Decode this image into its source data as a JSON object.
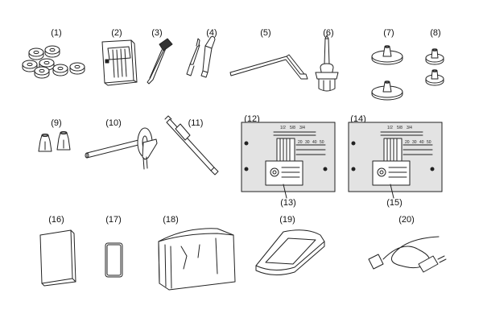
{
  "labels": {
    "l1": "(1)",
    "l2": "(2)",
    "l3": "(3)",
    "l4": "(4)",
    "l5": "(5)",
    "l6": "(6)",
    "l7": "(7)",
    "l8": "(8)",
    "l9": "(9)",
    "l10": "(10)",
    "l11": "(11)",
    "l12": "(12)",
    "l13": "(13)",
    "l14": "(14)",
    "l15": "(15)",
    "l16": "(16)",
    "l17": "(17)",
    "l18": "(18)",
    "l19": "(19)",
    "l20": "(20)"
  },
  "plate_scale_left": [
    "1/2",
    "5/8",
    "3/4"
  ],
  "plate_scale_right": [
    "1/2",
    "5/8",
    "3/4"
  ],
  "plate_numbers": [
    "20",
    "30",
    "40",
    "50"
  ]
}
